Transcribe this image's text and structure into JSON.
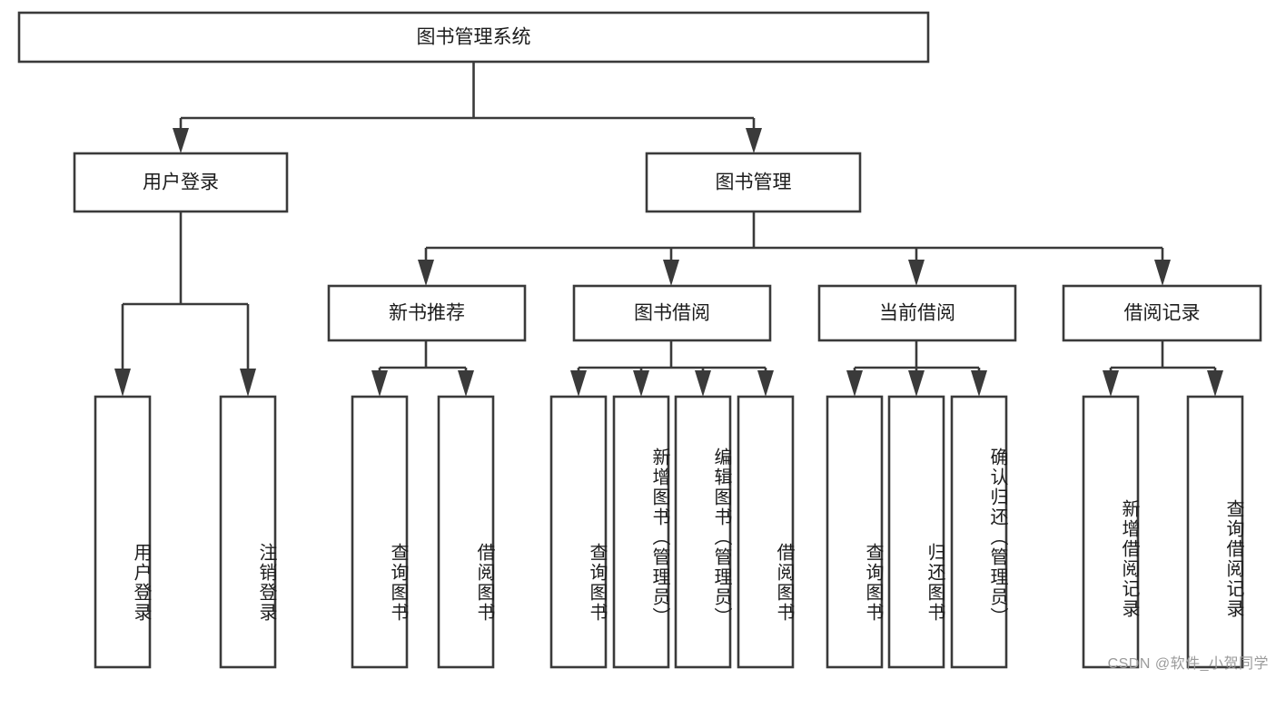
{
  "diagram": {
    "type": "hierarchy-tree",
    "title": "图书管理系统",
    "root": {
      "id": "root",
      "label": "图书管理系统",
      "orientation": "horizontal"
    },
    "level2": [
      {
        "id": "user-login",
        "label": "用户登录",
        "orientation": "horizontal"
      },
      {
        "id": "book-manage",
        "label": "图书管理",
        "orientation": "horizontal"
      }
    ],
    "level3": [
      {
        "id": "new-book-recommend",
        "label": "新书推荐",
        "orientation": "horizontal",
        "parent": "book-manage"
      },
      {
        "id": "book-borrow",
        "label": "图书借阅",
        "orientation": "horizontal",
        "parent": "book-manage"
      },
      {
        "id": "current-borrow",
        "label": "当前借阅",
        "orientation": "horizontal",
        "parent": "book-manage"
      },
      {
        "id": "borrow-record",
        "label": "借阅记录",
        "orientation": "horizontal",
        "parent": "book-manage"
      }
    ],
    "leaves": [
      {
        "id": "leaf-user-login",
        "label": "用户登录",
        "orientation": "vertical",
        "parent": "user-login"
      },
      {
        "id": "leaf-logout-login",
        "label": "注销登录",
        "orientation": "vertical",
        "parent": "user-login"
      },
      {
        "id": "leaf-query-book-1",
        "label": "查询图书",
        "orientation": "vertical",
        "parent": "new-book-recommend"
      },
      {
        "id": "leaf-borrow-book-1",
        "label": "借阅图书",
        "orientation": "vertical",
        "parent": "new-book-recommend"
      },
      {
        "id": "leaf-query-book-2",
        "label": "查询图书",
        "orientation": "vertical",
        "parent": "book-borrow"
      },
      {
        "id": "leaf-add-book",
        "label": "新增图书（管理员）",
        "orientation": "vertical",
        "parent": "book-borrow"
      },
      {
        "id": "leaf-edit-book",
        "label": "编辑图书（管理员）",
        "orientation": "vertical",
        "parent": "book-borrow"
      },
      {
        "id": "leaf-borrow-book-2",
        "label": "借阅图书",
        "orientation": "vertical",
        "parent": "book-borrow"
      },
      {
        "id": "leaf-query-book-3",
        "label": "查询图书",
        "orientation": "vertical",
        "parent": "current-borrow"
      },
      {
        "id": "leaf-return-book",
        "label": "归还图书",
        "orientation": "vertical",
        "parent": "current-borrow"
      },
      {
        "id": "leaf-confirm-return",
        "label": "确认归还（管理员）",
        "orientation": "vertical",
        "parent": "current-borrow"
      },
      {
        "id": "leaf-add-record",
        "label": "新增借阅记录",
        "orientation": "vertical",
        "parent": "borrow-record"
      },
      {
        "id": "leaf-query-record",
        "label": "查询借阅记录",
        "orientation": "vertical",
        "parent": "borrow-record"
      }
    ],
    "watermark": "CSDN @软件_小贺同学",
    "colors": {
      "stroke": "#3a3a3a",
      "fill": "#ffffff",
      "text": "#1c1c1c",
      "watermark": "#9b9b9b"
    }
  }
}
